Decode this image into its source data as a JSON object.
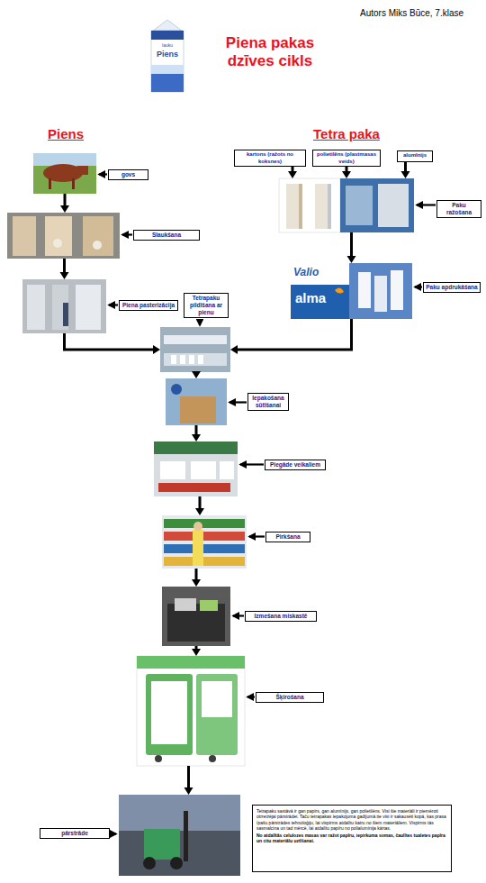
{
  "diagram": {
    "title": "Piena pakas dzīves cikls",
    "nodes": [
      {
        "text": [
          "govs"
        ]
      },
      {
        "text": [
          "Slaukšana"
        ]
      },
      {
        "text": [
          "Piena pasterizācija"
        ]
      },
      {
        "text": [
          "Tetrapaku pildīšana ar pienu"
        ]
      },
      {
        "text": [
          "kartons (ražots no koksnes)"
        ]
      },
      {
        "text": [
          "polietilēns (plastmasas veids)"
        ]
      },
      {
        "text": [
          "alumīnijs"
        ]
      },
      {
        "text": [
          "Paku ražošana"
        ]
      },
      {
        "text": [
          "Paku apdrukāšana"
        ]
      },
      {
        "text": [
          "Iepakošana sūtīšanai"
        ]
      },
      {
        "text": [
          "Piegāde veikaliem"
        ]
      },
      {
        "text": [
          "Pirkšana"
        ]
      },
      {
        "text": [
          "Izmešana miskastē"
        ]
      },
      {
        "text": [
          "Šķirošana"
        ]
      },
      {
        "text": [
          "pārstrāde"
        ]
      },
      {
        "text": [
          "Tetrapaku sastāvā ir gan papīrs, gan alumīnijs, gan polietilēns. Visi šie materiāli ir piemēroti otrreizējai pārstrādei. Taču tetrapakas iepakojuma gadījumā tie visi ir sakausēti kopā, kas prasa īpašu pārstrādes tehnoloģiju, lai vispirms atdalītu katru no šiem materiāliem. Vispirms tās sasmalcina un tad mērcē, lai atdalītu papīru no polialumīnija kārtas.",
          "No atdalītās celulozes masas var ražot papīru, iepirkuma somas, čaulītes tualetes papīra un citu materiālu uztīšanai."
        ]
      }
    ],
    "edges": [
      {
        "from": 0,
        "to": 1,
        "arrow": "to"
      },
      {
        "from": 1,
        "to": 2,
        "arrow": "to"
      },
      {
        "from": 2,
        "to": 3,
        "arrow": "to"
      },
      {
        "from": 4,
        "to": 7,
        "arrow": "to"
      },
      {
        "from": 5,
        "to": 7,
        "arrow": "to"
      },
      {
        "from": 6,
        "to": 7,
        "arrow": "to"
      },
      {
        "from": 7,
        "to": 8,
        "arrow": "to"
      },
      {
        "from": 8,
        "to": 3,
        "arrow": "to"
      },
      {
        "from": 3,
        "to": 9,
        "arrow": "to"
      },
      {
        "from": 9,
        "to": 10,
        "arrow": "to"
      },
      {
        "from": 10,
        "to": 11,
        "arrow": "to"
      },
      {
        "from": 11,
        "to": 12,
        "arrow": "to"
      },
      {
        "from": 12,
        "to": 13,
        "arrow": "to"
      },
      {
        "from": 13,
        "to": 14,
        "arrow": "to"
      }
    ],
    "labels": [
      "Autors Miks Būce, 7.klase",
      "Piens",
      "Tetra paka",
      "lauku",
      "Piens",
      "Valio",
      "alma"
    ]
  }
}
